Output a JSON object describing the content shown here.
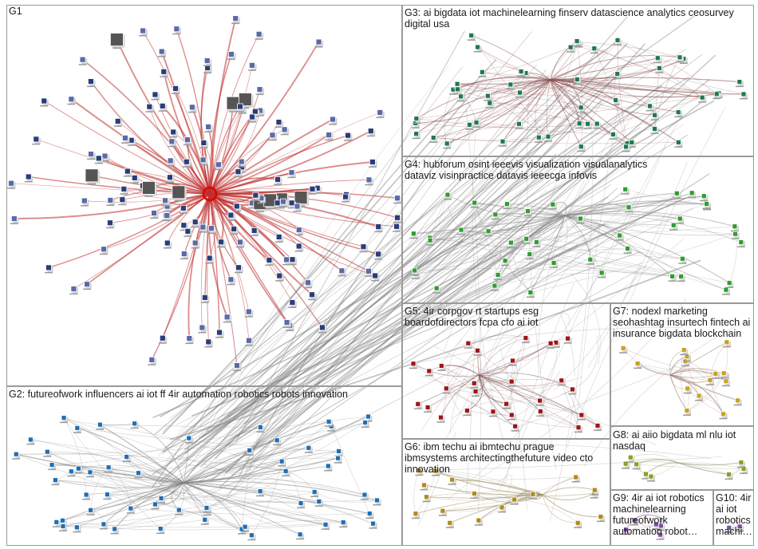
{
  "groups": [
    {
      "id": "g1",
      "label": "G1",
      "color": "#c00000"
    },
    {
      "id": "g2",
      "label": "G2: futureofwork influencers ai iot ff 4ir automation robotics robots innovation",
      "color": "#1f6fb5"
    },
    {
      "id": "g3",
      "label": "G3: ai bigdata iot machinelearning finserv datascience analytics ceosurvey digital usa",
      "color": "#1e7a4d"
    },
    {
      "id": "g4",
      "label": "G4: hubforum osint ieeevis visualization visualanalytics dataviz visinpractice datavis ieeecga infovis",
      "color": "#2e9e2e"
    },
    {
      "id": "g5",
      "label": "G5: 4ir corpgov rt startups esg boardofdirectors fcpa cfo ai iot",
      "color": "#a01515"
    },
    {
      "id": "g6",
      "label": "G6: ibm techu ai ibmtechu prague ibmsystems architectingthefuture video cto innovation",
      "color": "#b08a1a"
    },
    {
      "id": "g7",
      "label": "G7: nodexl marketing seohashtag insurtech fintech ai insurance bigdata blockchain",
      "color": "#c9a21f"
    },
    {
      "id": "g8",
      "label": "G8: ai aiio bigdata ml nlu iot nasdaq",
      "color": "#8aa11a"
    },
    {
      "id": "g9",
      "label": "G9: 4ir ai iot robotics machinelearning futureofwork automation robot…",
      "color": "#7a4fa0"
    },
    {
      "id": "g10",
      "label": "G10: 4ir ai iot robotics machi…",
      "color": "#7a4fa0"
    }
  ]
}
